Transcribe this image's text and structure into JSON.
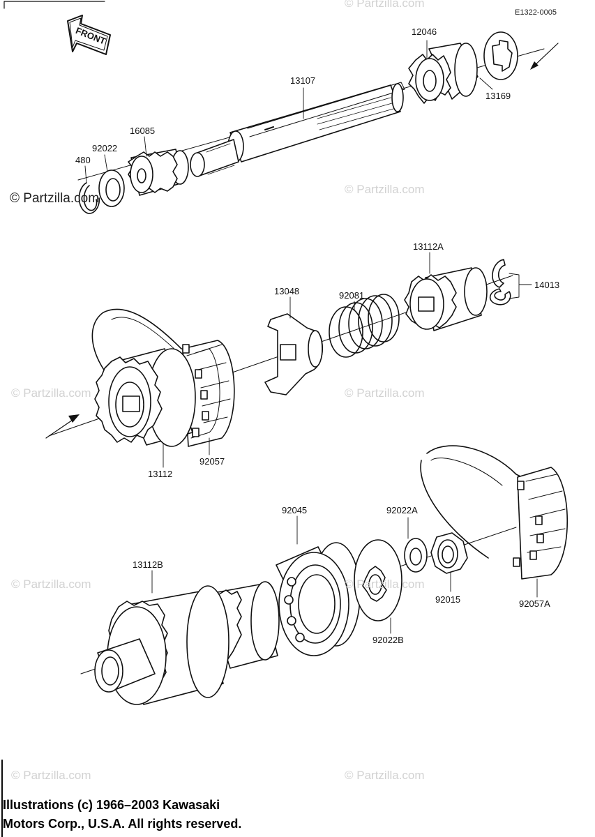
{
  "diagram_ref": "E1322-0005",
  "front_label": "FRONT",
  "watermark": "© Partzilla.com",
  "parts": {
    "p12046": "12046",
    "p13169": "13169",
    "p13107": "13107",
    "p16085": "16085",
    "p92022": "92022",
    "p480": "480",
    "p13112A": "13112A",
    "p14013": "14013",
    "p13048": "13048",
    "p92081": "92081",
    "p13112": "13112",
    "p92057": "92057",
    "p92045": "92045",
    "p92022A": "92022A",
    "p13112B": "13112B",
    "p92015": "92015",
    "p92057A": "92057A",
    "p92022B": "92022B"
  },
  "copyright": {
    "line1": "Illustrations (c) 1966–2003 Kawasaki",
    "line2": "Motors Corp., U.S.A.  All rights reserved."
  }
}
